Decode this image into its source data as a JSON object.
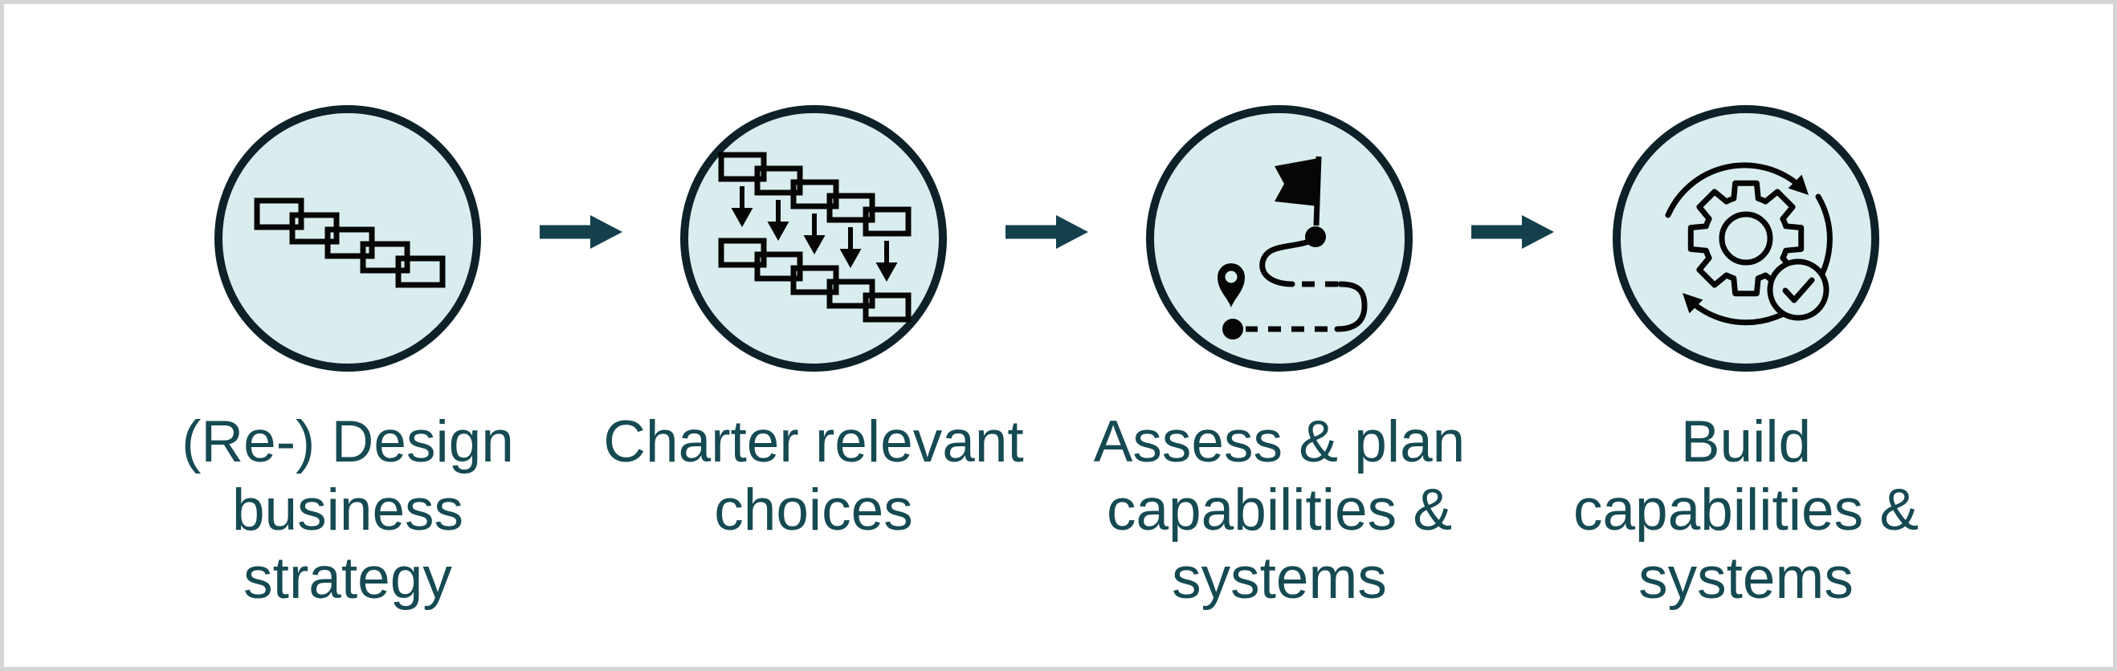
{
  "palette": {
    "background": "#ffffff",
    "frame_border": "#d5d5d5",
    "circle_fill": "#d9edee",
    "circle_stroke": "#0e2129",
    "icon_color": "#060606",
    "arrow_color": "#13404c",
    "label_color": "#164a52"
  },
  "steps": [
    {
      "icon": "waterfall-steps-icon",
      "lines": [
        "(Re-) Design",
        "business",
        "strategy"
      ]
    },
    {
      "icon": "cascading-choices-icon",
      "lines": [
        "Charter relevant",
        "choices"
      ]
    },
    {
      "icon": "roadmap-route-icon",
      "lines": [
        "Assess & plan",
        "capabilities &",
        "systems"
      ]
    },
    {
      "icon": "gear-cycle-check-icon",
      "lines": [
        "Build",
        "capabilities &",
        "systems"
      ]
    }
  ],
  "connectors": [
    {
      "from": 1,
      "to": 2,
      "type": "arrow-right"
    },
    {
      "from": 2,
      "to": 3,
      "type": "arrow-right"
    },
    {
      "from": 3,
      "to": 4,
      "type": "arrow-right"
    }
  ]
}
